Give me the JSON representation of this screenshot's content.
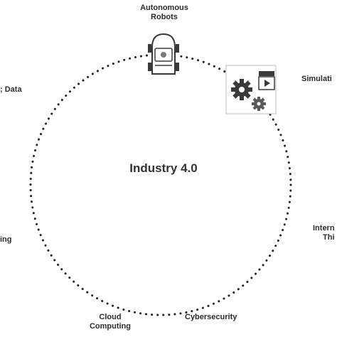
{
  "center_title": "Industry 4.0",
  "nodes": {
    "autonomous_robots": {
      "line1": "Autonomous",
      "line2": "Robots",
      "icon": "robot-car-icon"
    },
    "simulation": {
      "label": "Simulati",
      "icon": "gears-clapperboard-icon"
    },
    "system_integration": {
      "icon": "interlinked-chain-icon"
    },
    "internet_of_things": {
      "line1": "Intern",
      "line2": "Thi",
      "icon": "network-sphere-icon"
    },
    "cybersecurity": {
      "label": "Cybersecurity",
      "icon": "shield-lock-icon"
    },
    "cloud_computing": {
      "line1": "Cloud",
      "line2": "Computing",
      "icon": "cloud-devices-icon"
    },
    "additive_manufacturing": {
      "label": "ing",
      "icon": "3d-printer-icon"
    },
    "augmented_reality": {
      "icon": "vr-headset-icon"
    },
    "big_data": {
      "label": "; Data",
      "icon": "server-racks-icon"
    }
  },
  "colors": {
    "ring": "#222222",
    "icon_dark": "#3a3a3a",
    "icon_mid": "#7a7a7a",
    "icon_light": "#bdbdbd",
    "tile_border": "#9a9a9a"
  }
}
